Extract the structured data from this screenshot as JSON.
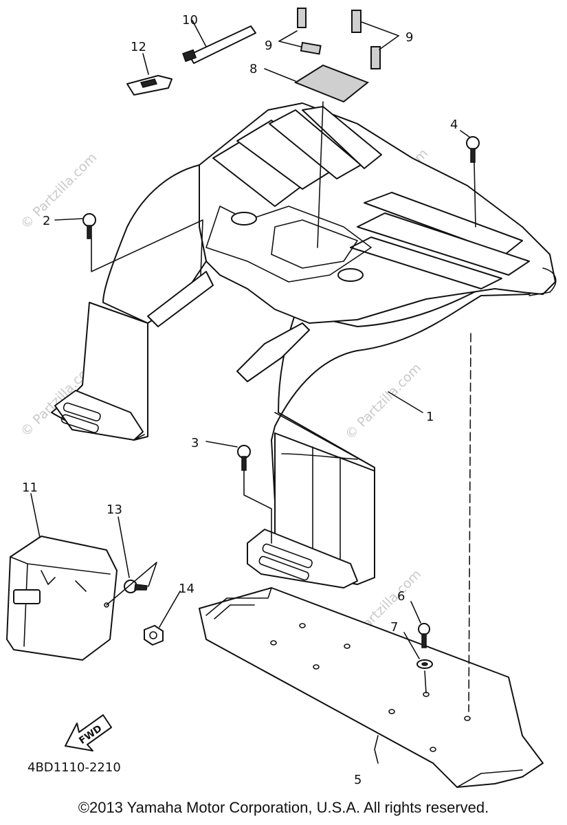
{
  "watermark": "© Partzilla.com",
  "callouts": [
    "1",
    "2",
    "3",
    "4",
    "5",
    "6",
    "7",
    "8",
    "9",
    "9",
    "10",
    "11",
    "12",
    "13",
    "14"
  ],
  "fwd_label": "FWD",
  "diagram_code": "4BD1110-2210",
  "copyright": "©2013 Yamaha Motor Corporation, U.S.A. All rights reserved."
}
